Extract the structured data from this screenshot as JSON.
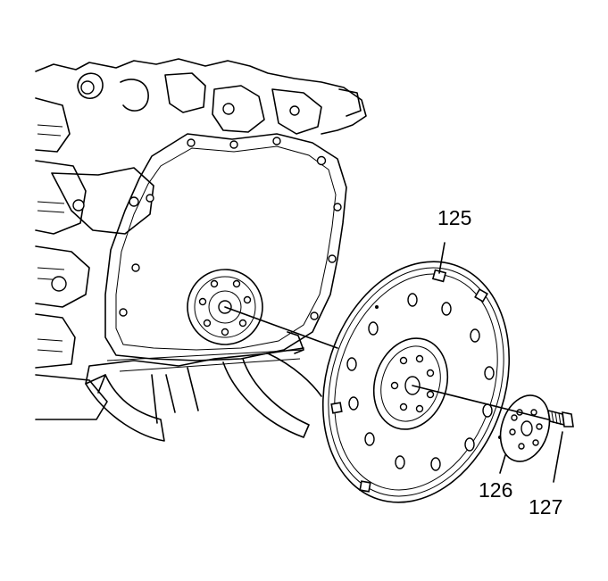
{
  "callouts": {
    "flywheel": "125",
    "reinforcement": "126",
    "bolt": "127"
  },
  "colors": {
    "line": "#000000",
    "background": "#ffffff"
  }
}
